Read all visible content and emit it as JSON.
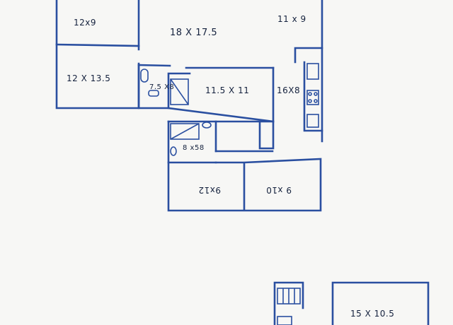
{
  "rooms": {
    "r1": "12x9",
    "r2": "18 X 17.5",
    "r3": "11 x 9",
    "r4": "12 X 13.5",
    "r5": "7.5 X8",
    "r6": "11.5 X 11",
    "r7": "16X8",
    "r8": "8 x58",
    "r9": "9x12",
    "r10": "9 x10",
    "r11": "15 X 10.5"
  },
  "colors": {
    "ink": "#2a4fa0",
    "paper": "#f7f7f5",
    "label": "#14213d"
  }
}
